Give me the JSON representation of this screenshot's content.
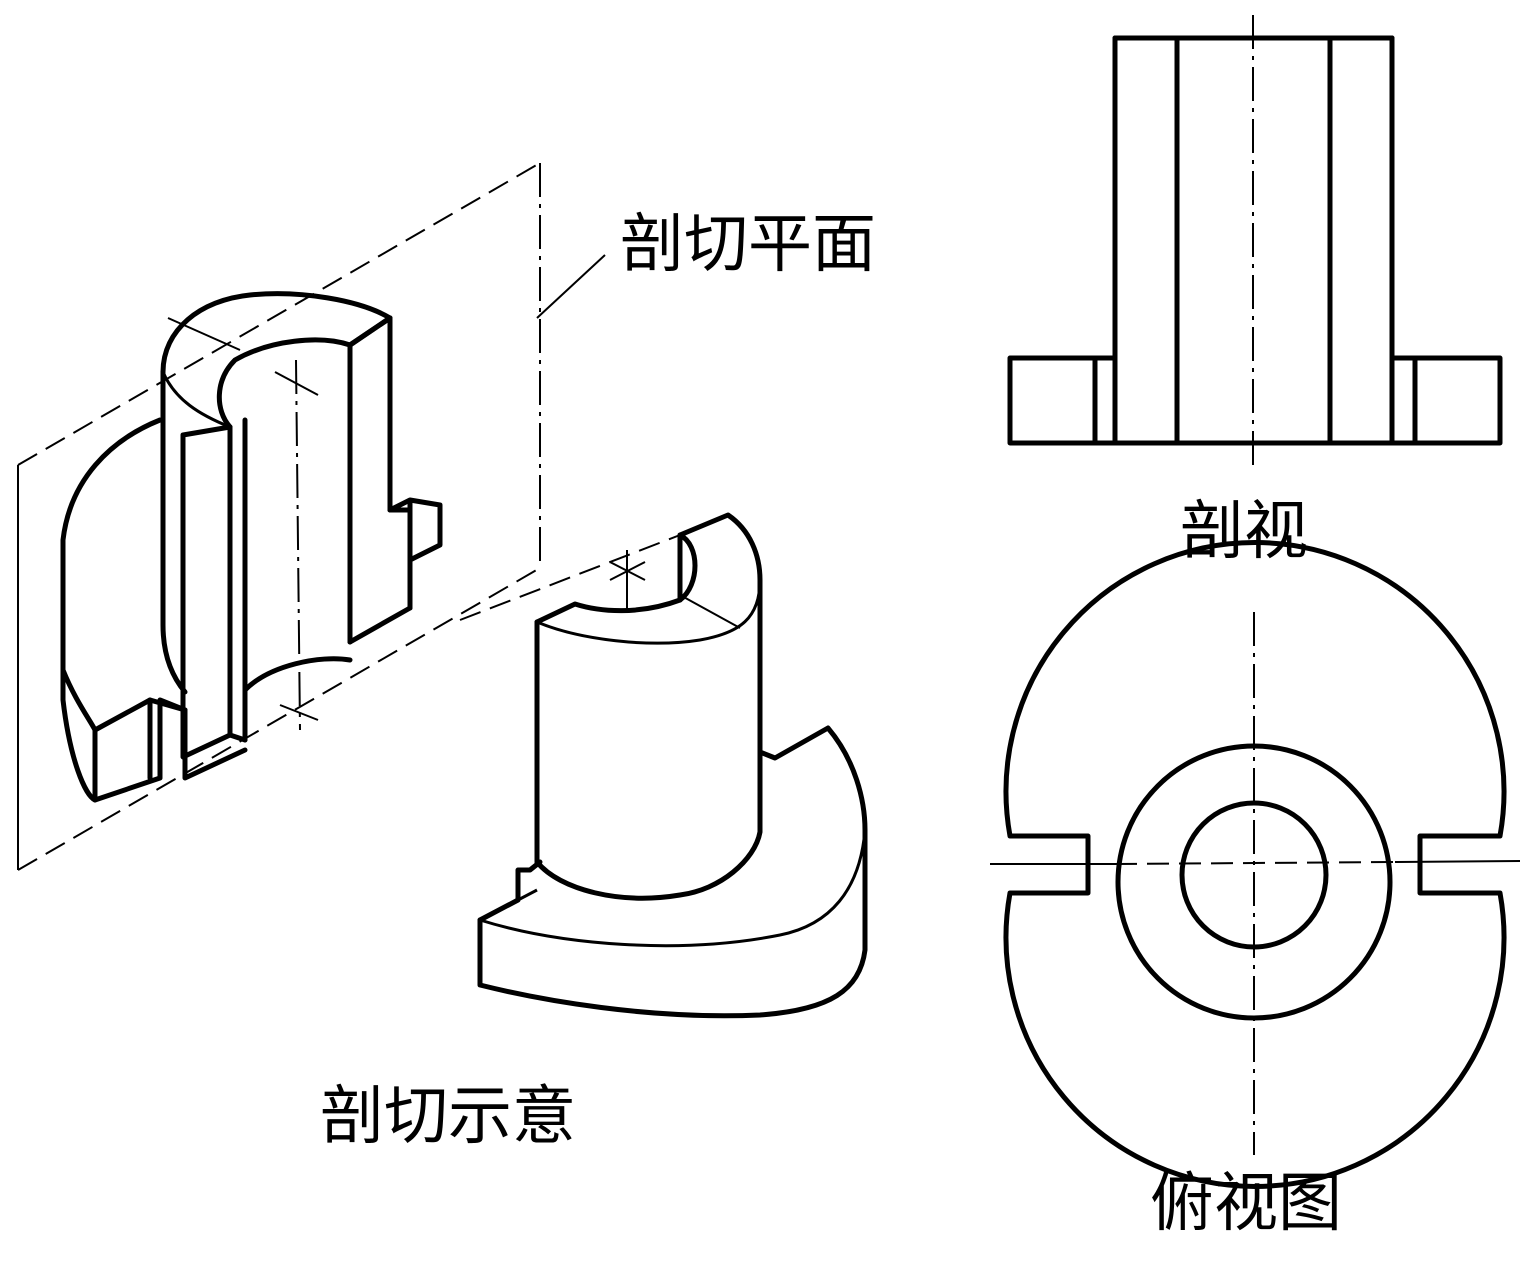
{
  "labels": {
    "cutting_plane": "剖切平面",
    "section_view": "剖视",
    "cutting_illustration": "剖切示意",
    "top_view": "俯视图"
  },
  "colors": {
    "line": "#000000",
    "background": "#ffffff"
  }
}
